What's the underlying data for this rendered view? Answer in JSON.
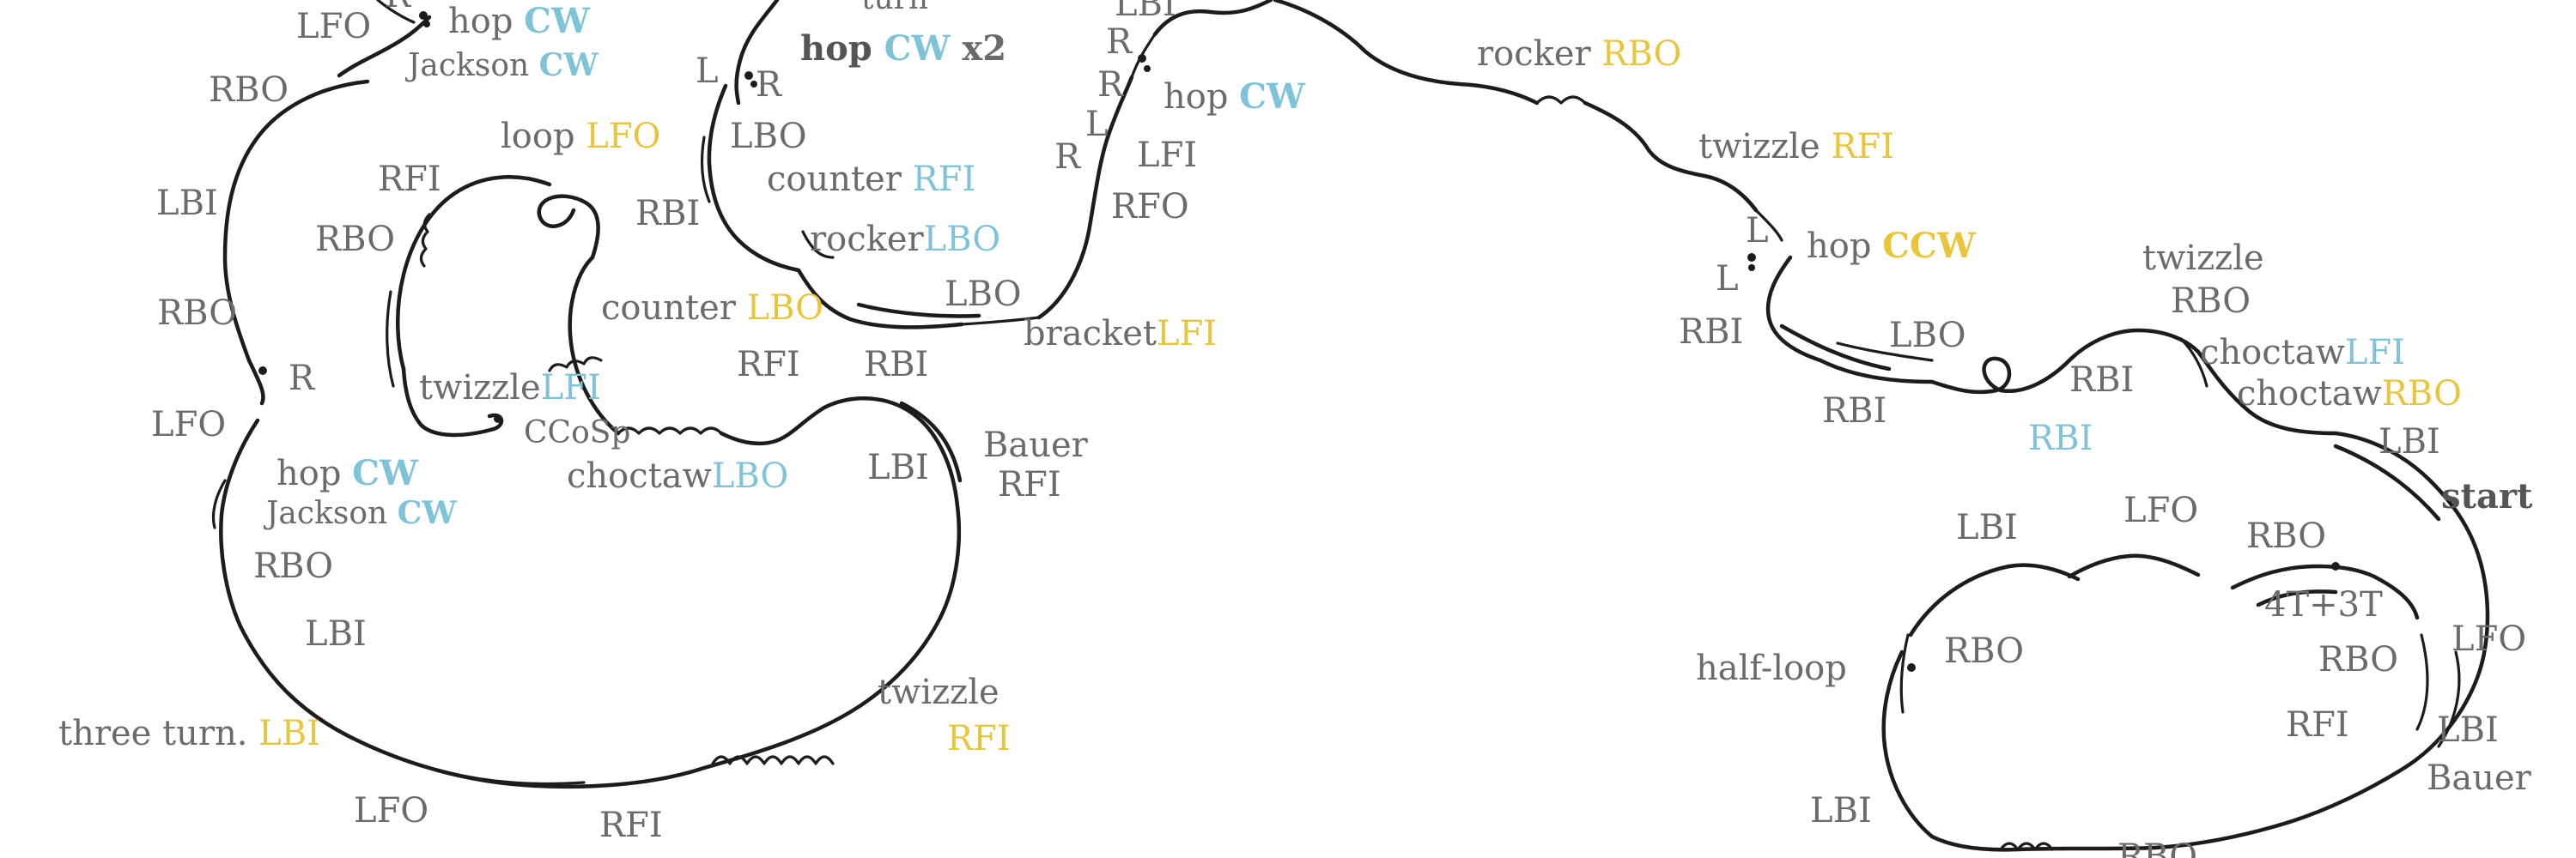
{
  "diagram": {
    "labels": {
      "r_top": "R",
      "lfo_top": "LFO",
      "hop_cw_1": "hop",
      "hop_cw_1_dir": "CW",
      "jackson_1": "Jackson",
      "jackson_1_dir": "CW",
      "rbo_1": "RBO",
      "lbi_1": "LBI",
      "rbo_2": "RBO",
      "rbo_3": "RBO",
      "r_left": "R",
      "lfo_left": "LFO",
      "hop_cw_2": "hop",
      "hop_cw_2_dir": "CW",
      "jackson_2": "Jackson",
      "jackson_2_dir": "CW",
      "rbo_4": "RBO",
      "lbi_2": "LBI",
      "three_turn": "three turn.",
      "three_turn_edge": "LBI",
      "lfo_bottom": "LFO",
      "rfi_bottom": "RFI",
      "twizzle_bottom": "twizzle",
      "twizzle_bottom_edge": "RFI",
      "rfi_loop": "RFI",
      "loop": "loop",
      "loop_edge": "LFO",
      "twizzle_left": "twizzle",
      "twizzle_left_edge": "LFI",
      "ccosp": "CCoSp",
      "choctaw_1": "choctaw",
      "choctaw_1_edge": "LBO",
      "counter_1": "counter",
      "counter_1_edge": "LBO",
      "rfi_mid": "RFI",
      "rbi_mid": "RBI",
      "lbi_mid": "LBI",
      "bauer_1": "Bauer",
      "bauer_1_edge": "RFI",
      "turn": "turn",
      "hop_x2": "hop",
      "hop_x2_dir": "CW",
      "hop_x2_count": "x2",
      "l_1": "L",
      "r_1": "R",
      "lbo_1": "LBO",
      "counter_2": "counter",
      "counter_2_edge": "RFI",
      "rbi_1": "RBI",
      "rocker_1": "rocker",
      "rocker_1_edge": "LBO",
      "lbo_2": "LBO",
      "bracket": "bracket",
      "bracket_edge": "LFI",
      "lbi_top": "LBI",
      "r_2": "R",
      "r_3": "R",
      "l_2": "L",
      "r_4": "R",
      "hop_cw_3": "hop",
      "hop_cw_3_dir": "CW",
      "lfi_1": "LFI",
      "rfo_1": "RFO",
      "rocker_2": "rocker",
      "rocker_2_edge": "RBO",
      "twizzle_top": "twizzle",
      "twizzle_top_edge": "RFI",
      "l_3": "L",
      "l_4": "L",
      "hop_ccw": "hop",
      "hop_ccw_dir": "CCW",
      "rbi_2": "RBI",
      "lbo_3": "LBO",
      "rbi_3": "RBI",
      "rbi_4": "RBI",
      "rbi_blue": "RBI",
      "twizzle_right": "twizzle",
      "rbo_5": "RBO",
      "choctaw_2": "choctaw",
      "choctaw_2_edge": "LFI",
      "choctaw_3": "choctaw",
      "choctaw_3_edge": "RBO",
      "lbi_3": "LBI",
      "start": "start",
      "lbi_4": "LBI",
      "lfo_2": "LFO",
      "rbo_6": "RBO",
      "jumps": "4T+3T",
      "half_loop": "half-loop",
      "rbo_7": "RBO",
      "rbo_8": "RBO",
      "lfo_3": "LFO",
      "rfi_2": "RFI",
      "lbi_5": "LBI",
      "bauer_2": "Bauer",
      "lbi_6": "LBI",
      "rbo_bottom": "RBO"
    },
    "colors": {
      "line": "#1c1c1c",
      "label": "#6b6b6b",
      "clockwise": "#7fc3d8",
      "counterclockwise": "#e8c53a"
    }
  }
}
